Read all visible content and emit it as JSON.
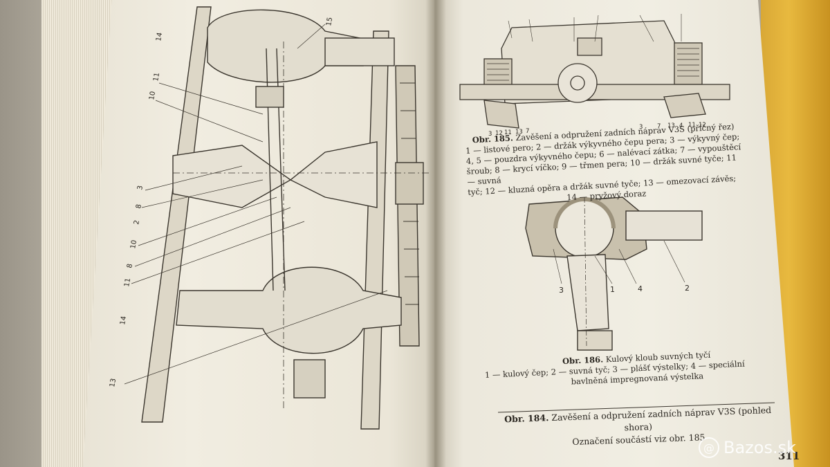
{
  "fig185": {
    "title_prefix": "Obr. 185.",
    "title": "Zavěšení a odpružení zadních náprav V3S (příčný řez)",
    "legend_line1": "1 — listové pero; 2 — držák výkyvného čepu pera; 3 — výkyvný čep;",
    "legend_line2": "4, 5 — pouzdra výkyvného čepu; 6 — nalévací zátka; 7 — vypouštěcí",
    "legend_line3": "šroub; 8 — krycí víčko; 9 — třmen pera; 10 — držák suvné tyče; 11 — suvná",
    "legend_line4": "tyč; 12 — kluzná opěra a držák suvné tyče; 13 — omezovací závěs;",
    "legend_line5": "14 — pryžový doraz",
    "callouts_bottom": [
      "3",
      "12",
      "11",
      "13",
      "7",
      "3",
      "7",
      "13",
      "4",
      "11",
      "12"
    ]
  },
  "fig186": {
    "title_prefix": "Obr. 186.",
    "title": "Kulový kloub suvných tyčí",
    "legend_line1": "1 — kulový čep; 2 — suvná tyč; 3 — plášť výstelky; 4 — speciální",
    "legend_line2": "bavlněná impregnovaná výstelka",
    "callouts": [
      "3",
      "1",
      "4",
      "2"
    ]
  },
  "fig184": {
    "title_prefix": "Obr. 184.",
    "title": "Zavěšení a odpružení zadních náprav V3S (pohled shora)",
    "subtitle": "Označení součástí viz obr. 185"
  },
  "left_callouts": [
    "14",
    "11",
    "10",
    "3",
    "2",
    "8",
    "10",
    "8",
    "11",
    "14",
    "13",
    "15"
  ],
  "page_number": "311",
  "watermark": "Bazos.sk",
  "colors": {
    "paper": "#efebdf",
    "ink": "#2a2620",
    "cover": "#e0b03a"
  }
}
